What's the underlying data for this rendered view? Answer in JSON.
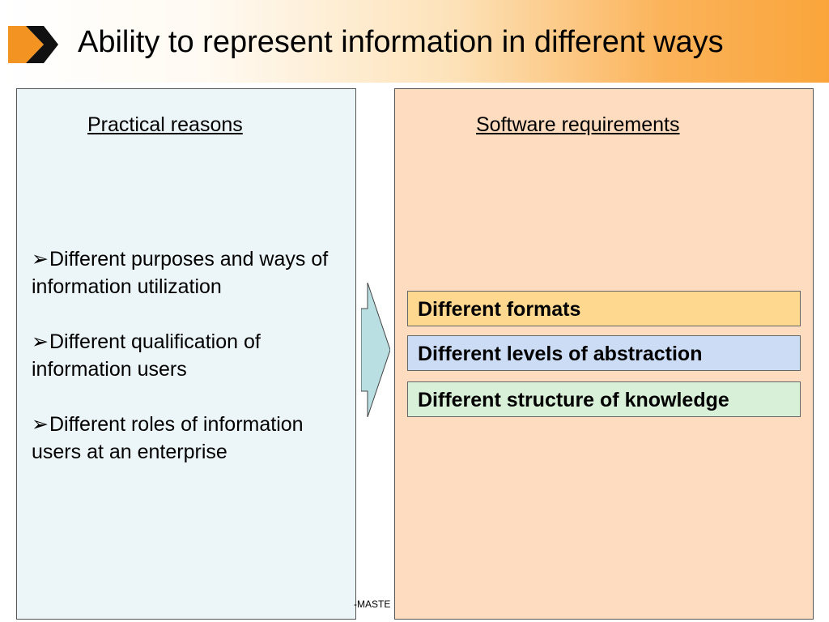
{
  "slide": {
    "title": "Ability to represent information in different ways",
    "footer_fragment": "-MASTE"
  },
  "left_panel": {
    "heading": "Practical reasons",
    "bullet_glyph": "➢",
    "items": [
      "Different purposes and ways of information utilization",
      "Different qualification of information users",
      "Different roles of information users at an enterprise"
    ]
  },
  "right_panel": {
    "heading": "Software requirements",
    "items": [
      "Different formats",
      "Different levels of abstraction",
      "Different structure of knowledge"
    ]
  },
  "colors": {
    "header_accent": "#faa53b",
    "left_panel_bg": "#ecf5f8",
    "right_panel_bg": "#fddcc0",
    "arrow_fill": "#b9dfe2",
    "box_formats": "#ffd890",
    "box_abstraction": "#ccdcf4",
    "box_knowledge": "#d8f0d8"
  },
  "icons": {
    "logo": "double-chevron-logo-icon",
    "connector": "right-arrow-icon"
  }
}
